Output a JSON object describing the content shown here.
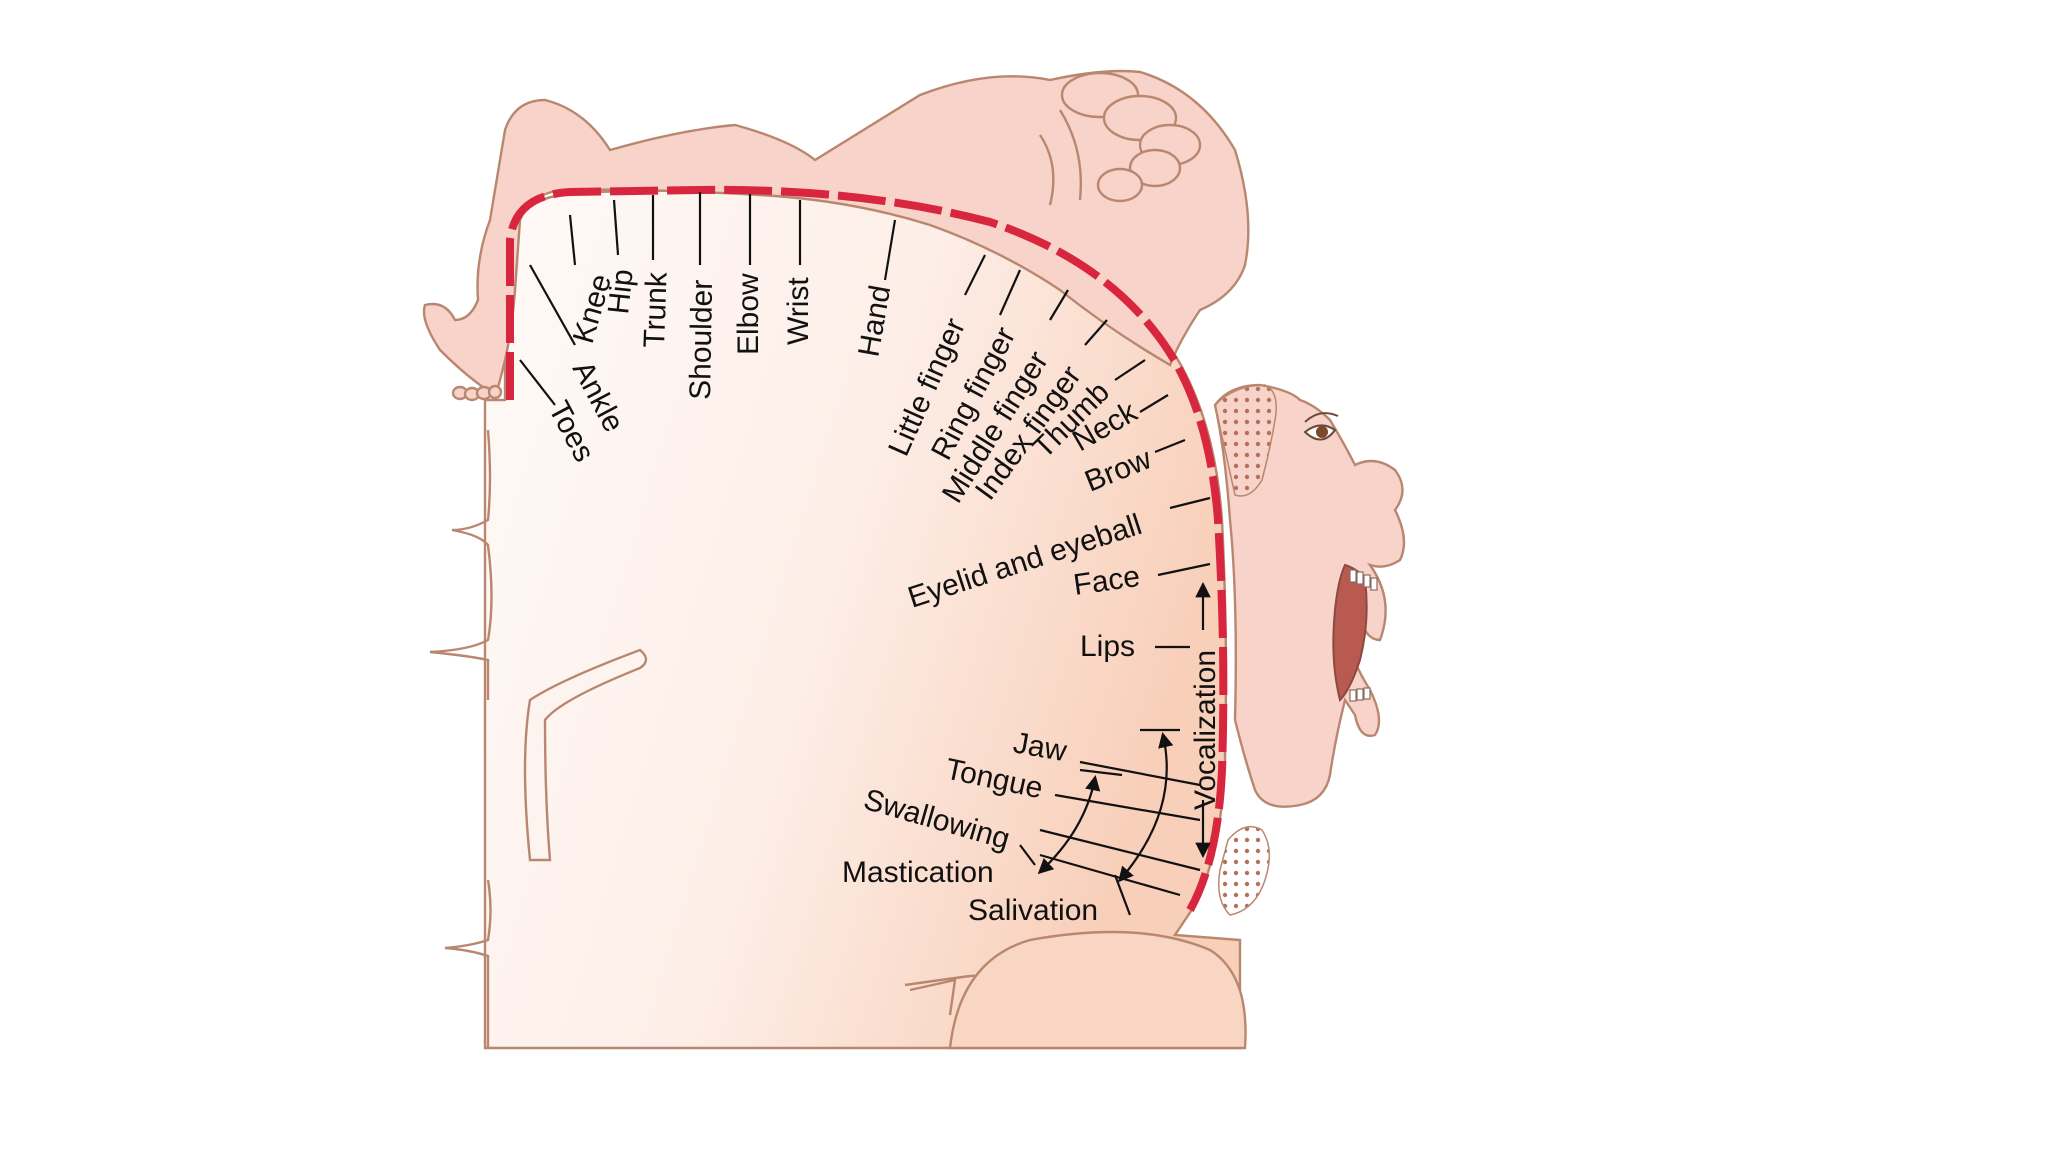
{
  "colors": {
    "cortex_fill_light": "#fdf1ec",
    "cortex_fill_warm": "#f9d6c4",
    "homunculus_skin": "#f7d3c9",
    "outline": "#b98770",
    "motor_strip": "#d7263d",
    "text": "#111111"
  },
  "labels": {
    "toes": "Toes",
    "ankle": "Ankle",
    "knee": "Knee",
    "hip": "Hip",
    "trunk": "Trunk",
    "shoulder": "Shoulder",
    "elbow": "Elbow",
    "wrist": "Wrist",
    "hand": "Hand",
    "little_finger": "Little finger",
    "ring_finger": "Ring finger",
    "middle_finger": "Middle finger",
    "index_finger": "Index finger",
    "thumb": "Thumb",
    "neck": "Neck",
    "brow": "Brow",
    "eyelid_and_eyeball": "Eyelid and eyeball",
    "face": "Face",
    "lips": "Lips",
    "vocalization": "Vocalization",
    "jaw": "Jaw",
    "tongue": "Tongue",
    "swallowing": "Swallowing",
    "mastication": "Mastication",
    "salivation": "Salivation"
  }
}
